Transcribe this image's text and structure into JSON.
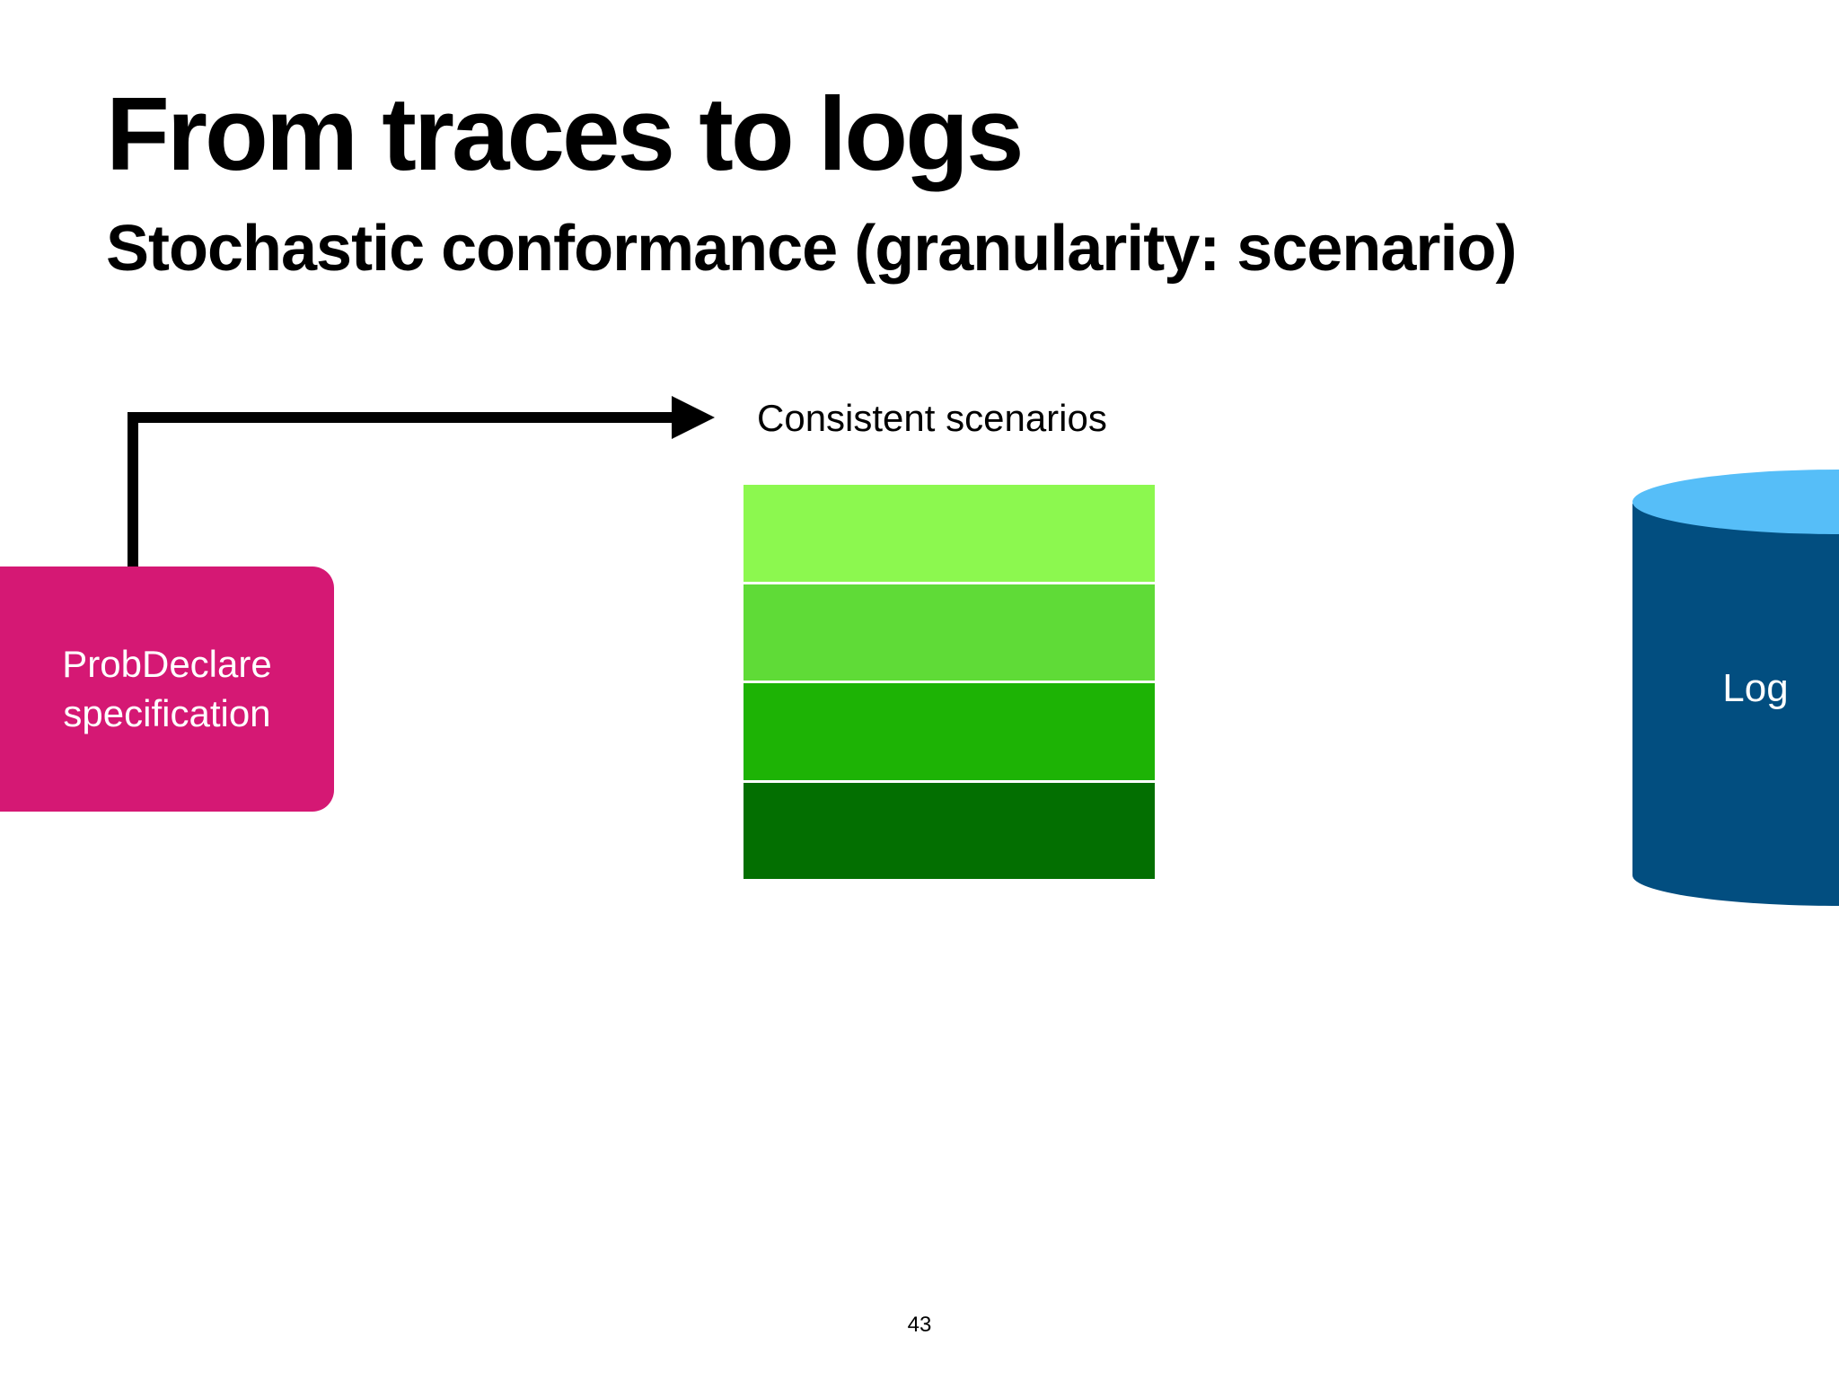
{
  "slide": {
    "title": "From traces to logs",
    "subtitle": "Stochastic conformance (granularity: scenario)",
    "page_number": "43"
  },
  "spec_box": {
    "label_line1": "ProbDeclare",
    "label_line2": "specification",
    "color": "#d51874"
  },
  "scenarios": {
    "label": "Consistent scenarios",
    "colors": [
      "#8cf84f",
      "#5fdb37",
      "#1db305",
      "#036f01"
    ]
  },
  "log": {
    "label": "Log",
    "body_color": "#024e80",
    "top_color": "#56bef8"
  },
  "connector": {
    "color": "#000000"
  }
}
